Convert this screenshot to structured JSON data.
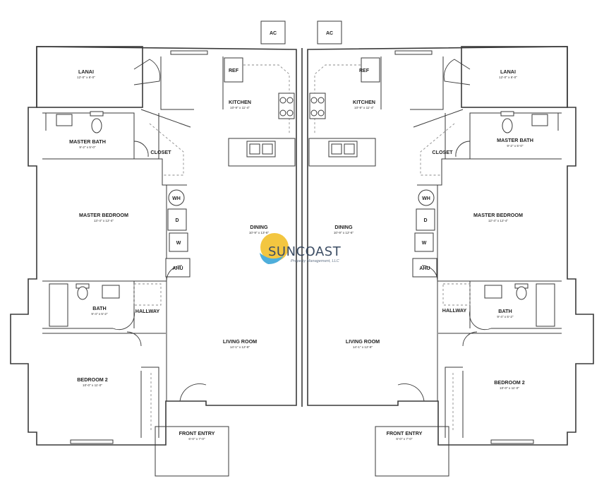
{
  "logo": {
    "name": "SUNCOAST",
    "tagline": "Property Management, LLC",
    "colors": {
      "sun": "#f2c230",
      "wave": "#3fa8d8",
      "text": "#2c3e57"
    }
  },
  "left_unit": {
    "ac": "AC",
    "lanai": {
      "name": "LANAI",
      "dim": "12'-0\" x 6'-0\""
    },
    "ref": "REF",
    "kitchen": {
      "name": "KITCHEN",
      "dim": "10'-9\" x 11'-4\""
    },
    "master_bath": {
      "name": "MASTER BATH",
      "dim": "9'-2\" x 5'-0\""
    },
    "closet": "CLOSET",
    "master_bedroom": {
      "name": "MASTER BEDROOM",
      "dim": "13'-4\" x 12'-4\""
    },
    "wh": "WH",
    "dryer": "D",
    "washer": "W",
    "ahu": "AHU",
    "dining": {
      "name": "DINING",
      "dim": "10'-9\" x 13'-6\""
    },
    "bath": {
      "name": "BATH",
      "dim": "9'-4\" x 5'-2\""
    },
    "hallway": "HALLWAY",
    "living_room": {
      "name": "LIVING ROOM",
      "dim": "14'-1\" x 12'-8\""
    },
    "bedroom2": {
      "name": "BEDROOM 2",
      "dim": "10'-0\" x 11'-0\""
    },
    "front_entry": {
      "name": "FRONT ENTRY",
      "dim": "6'-0\" x 7'-0\""
    }
  },
  "right_unit": {
    "ac": "AC",
    "lanai": {
      "name": "LANAI",
      "dim": "12'-0\" x 6'-0\""
    },
    "ref": "REF",
    "kitchen": {
      "name": "KITCHEN",
      "dim": "10'-9\" x 11'-4\""
    },
    "master_bath": {
      "name": "MASTER BATH",
      "dim": "9'-2\" x 5'-0\""
    },
    "closet": "CLOSET",
    "master_bedroom": {
      "name": "MASTER BEDROOM",
      "dim": "12'-4\" x 12'-4\""
    },
    "wh": "WH",
    "dryer": "D",
    "washer": "W",
    "ahu": "AHU",
    "dining": {
      "name": "DINING",
      "dim": "10'-9\" x 12'-6\""
    },
    "bath": {
      "name": "BATH",
      "dim": "9'-4\" x 5'-2\""
    },
    "hallway": "HALLWAY",
    "living_room": {
      "name": "LIVING ROOM",
      "dim": "14'-1\" x 12'-8\""
    },
    "bedroom2": {
      "name": "BEDROOM 2",
      "dim": "10'-0\" x 11'-0\""
    },
    "front_entry": {
      "name": "FRONT ENTRY",
      "dim": "6'-0\" x 7'-0\""
    }
  }
}
